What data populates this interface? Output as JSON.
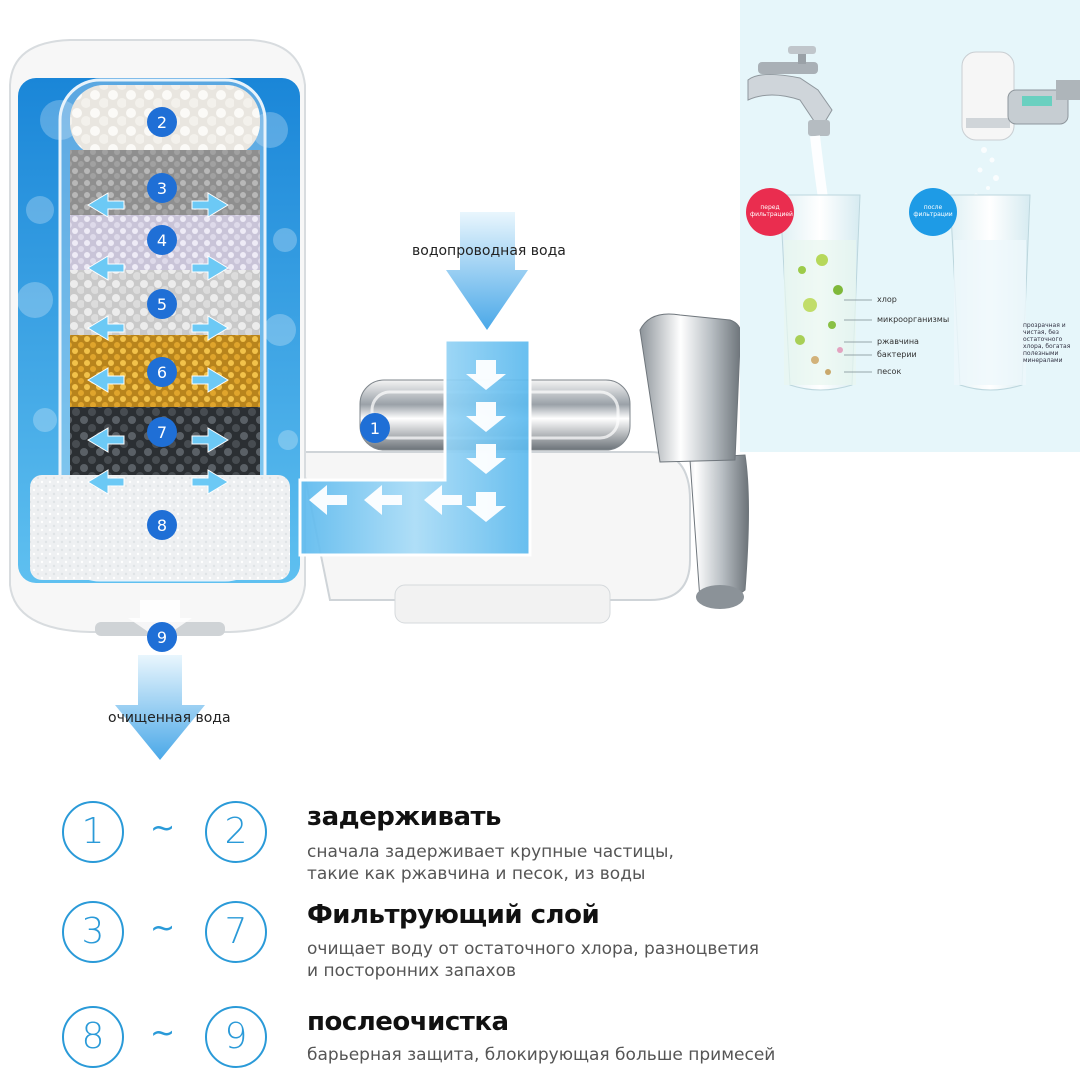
{
  "diagram": {
    "tap_water_label": "водопроводная вода",
    "purified_water_label": "очищенная вода",
    "layer_numbers": [
      "1",
      "2",
      "3",
      "4",
      "5",
      "6",
      "7",
      "8",
      "9"
    ]
  },
  "inset": {
    "before_badge": "перед фильтрацией",
    "after_badge": "после фильтрации",
    "impurities": [
      "хлор",
      "микроорганизмы",
      "ржавчина",
      "бактерии",
      "песок"
    ],
    "clean_water_note": "прозрачная и чистая, без остаточного хлора, богатая полезными минералами"
  },
  "stages": [
    {
      "from": "1",
      "to": "2",
      "title": "задерживать",
      "desc_line1": "сначала задерживает крупные частицы,",
      "desc_line2": "такие как ржавчина и песок, из воды"
    },
    {
      "from": "3",
      "to": "7",
      "title": "Фильтрующий слой",
      "desc_line1": "очищает воду от остаточного хлора, разноцветия",
      "desc_line2": "и посторонних запахов"
    },
    {
      "from": "8",
      "to": "9",
      "title": "послеочистка",
      "desc_line1": "барьерная защита, блокирующая больше примесей",
      "desc_line2": ""
    }
  ],
  "colors": {
    "accent": "#2a9ad8",
    "water": "#4fb3ea",
    "number_badge": "#1f6fd6"
  }
}
